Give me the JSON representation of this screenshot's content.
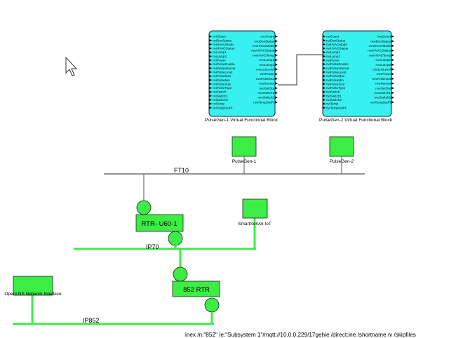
{
  "blocks": [
    {
      "caption": "PulseGen-1.Virtual Functional Block",
      "inputs": [
        "nviClearn",
        "nviDevStatus",
        "nviHVACMode",
        "nviHVACStatus",
        "nviLamp1",
        "nviLamp2",
        "nviPower",
        "nviPulseEnable",
        "nviPulseInterval",
        "nviPulseLevel",
        "nviPulseMax",
        "nviPulseMin",
        "nviPulseSize",
        "nviPulseType",
        "nviSwitch",
        "nviSwitch1",
        "nviSwitch2",
        "nviTemp",
        "nviTempSetPt"
      ],
      "outputs": [
        "nvoCount",
        "nvoDevStatus",
        "nvoHVACMode",
        "nvoHVACStatus",
        "nvoHVACTemp",
        "nvoLamp1",
        "nvoLamp2",
        "nvoLuxLevel",
        "nvoPower",
        "nvoPulseOut",
        "nvoSensor",
        "nvoSetOut",
        "nvoSwitch1",
        "nvoSwitch2",
        "nvoTempSetPt"
      ]
    },
    {
      "caption": "PulseGen-2.Virtual Functional Block",
      "inputs": [
        "nviCount",
        "nviDevStatus",
        "nviHVACMode",
        "nviHVACStatus",
        "nviLamp1",
        "nviLamp2",
        "nviPower",
        "nviPulseEnable",
        "nviPulseInterval",
        "nviPulseLevel",
        "nviPulseMax",
        "nviPulseMin",
        "nviPulseSize",
        "nviPulseType",
        "nviSwitch",
        "nviSwitch1",
        "nviSwitch2",
        "nviTemp",
        "nviTempSetPt"
      ],
      "outputs": [
        "nvoCount",
        "nvoDevStatus",
        "nvoHVACMode",
        "nvoHVACStatus",
        "nvoHVACTemp",
        "nvoLamp1",
        "nvoLamp2",
        "nvoLuxLevel",
        "nvoPower",
        "nvoPulseOut",
        "nvoSensor",
        "nvoSetOut",
        "nvoSwitch1",
        "nvoSwitch2",
        "nvoTempSetPt"
      ]
    }
  ],
  "devices": {
    "pulsegen1": "PulseGen-1",
    "pulsegen2": "PulseGen-2",
    "smartserver": "SmartServer IoT",
    "openlns": "OpenLNS Network Interface"
  },
  "routers": {
    "rtr_u60": "RTR- U60-1",
    "rtr_852": "852 RTR"
  },
  "channels": {
    "ft10": "FT10",
    "ip70": "IP70",
    "ip852": "IP852"
  },
  "command_line": "inex /n:\"852\" /e:\"Subsystem 1\"/mqtt://10.0.0.229/17gehie /direct:ine /shortname /v /skipfiles",
  "colors": {
    "block_fill": "#38f0f0",
    "device_fill": "#3ced45",
    "channel_green": "#3ced45",
    "wire": "#555555"
  }
}
